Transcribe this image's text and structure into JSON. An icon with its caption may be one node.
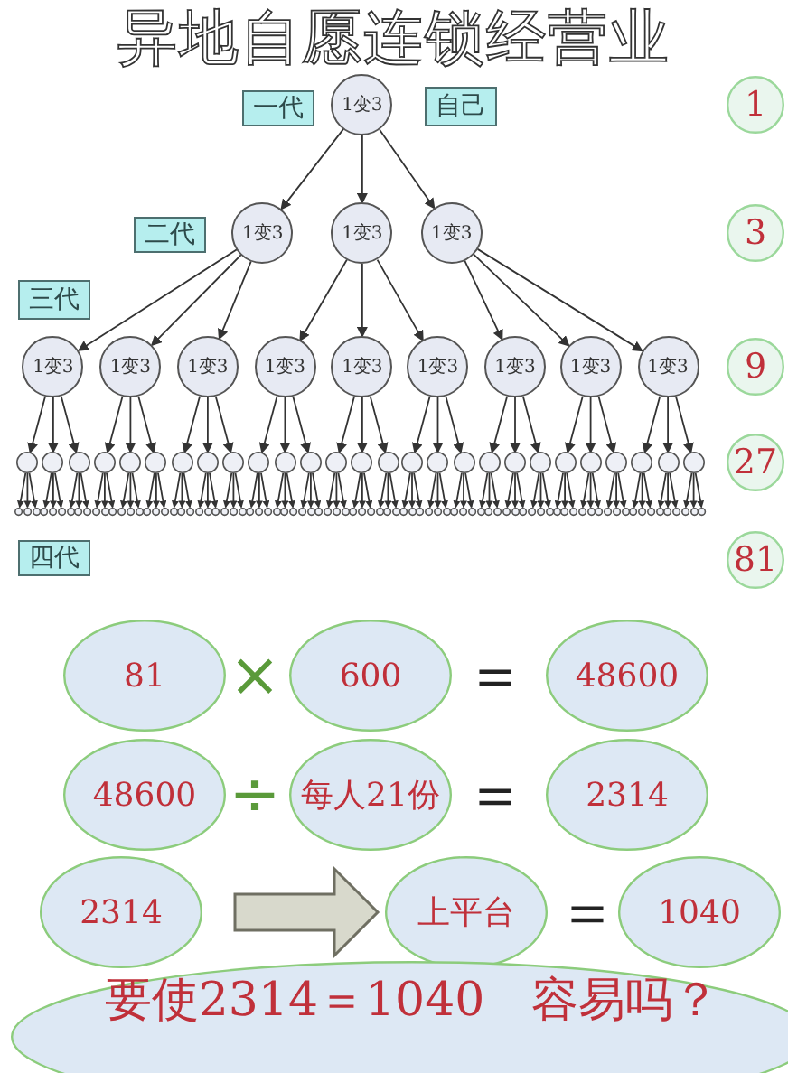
{
  "diagram": {
    "title": "异地自愿连锁经营业",
    "nodes": [
      {
        "text": [
          "一代"
        ]
      },
      {
        "text": [
          "1变3"
        ]
      },
      {
        "text": [
          "自己"
        ]
      },
      {
        "text": [
          "1"
        ]
      },
      {
        "text": [
          "二代"
        ]
      },
      {
        "text": [
          "1变3"
        ]
      },
      {
        "text": [
          "1变3"
        ]
      },
      {
        "text": [
          "1变3"
        ]
      },
      {
        "text": [
          "3"
        ]
      },
      {
        "text": [
          "三代"
        ]
      },
      {
        "text": [
          "1变3"
        ]
      },
      {
        "text": [
          "1变3"
        ]
      },
      {
        "text": [
          "1变3"
        ]
      },
      {
        "text": [
          "1变3"
        ]
      },
      {
        "text": [
          "1变3"
        ]
      },
      {
        "text": [
          "1变3"
        ]
      },
      {
        "text": [
          "1变3"
        ]
      },
      {
        "text": [
          "1变3"
        ]
      },
      {
        "text": [
          "1变3"
        ]
      },
      {
        "text": [
          "9"
        ]
      },
      {
        "text": [],
        "shape": "circle"
      },
      {
        "text": [],
        "shape": "circle"
      },
      {
        "text": [],
        "shape": "circle"
      },
      {
        "text": [],
        "shape": "circle"
      },
      {
        "text": [],
        "shape": "circle"
      },
      {
        "text": [],
        "shape": "circle"
      },
      {
        "text": [],
        "shape": "circle"
      },
      {
        "text": [],
        "shape": "circle"
      },
      {
        "text": [],
        "shape": "circle"
      },
      {
        "text": [],
        "shape": "circle"
      },
      {
        "text": [],
        "shape": "circle"
      },
      {
        "text": [],
        "shape": "circle"
      },
      {
        "text": [],
        "shape": "circle"
      },
      {
        "text": [],
        "shape": "circle"
      },
      {
        "text": [],
        "shape": "circle"
      },
      {
        "text": [],
        "shape": "circle"
      },
      {
        "text": [],
        "shape": "circle"
      },
      {
        "text": [],
        "shape": "circle"
      },
      {
        "text": [],
        "shape": "circle"
      },
      {
        "text": [],
        "shape": "circle"
      },
      {
        "text": [],
        "shape": "circle"
      },
      {
        "text": [],
        "shape": "circle"
      },
      {
        "text": [],
        "shape": "circle"
      },
      {
        "text": [],
        "shape": "circle"
      },
      {
        "text": [],
        "shape": "circle"
      },
      {
        "text": [],
        "shape": "circle"
      },
      {
        "text": [],
        "shape": "circle"
      },
      {
        "text": [
          "27"
        ]
      },
      {
        "text": [],
        "shape": "circle"
      },
      {
        "text": [],
        "shape": "circle"
      },
      {
        "text": [],
        "shape": "circle"
      },
      {
        "text": [],
        "shape": "circle"
      },
      {
        "text": [],
        "shape": "circle"
      },
      {
        "text": [],
        "shape": "circle"
      },
      {
        "text": [],
        "shape": "circle"
      },
      {
        "text": [],
        "shape": "circle"
      },
      {
        "text": [],
        "shape": "circle"
      },
      {
        "text": [],
        "shape": "circle"
      },
      {
        "text": [],
        "shape": "circle"
      },
      {
        "text": [],
        "shape": "circle"
      },
      {
        "text": [],
        "shape": "circle"
      },
      {
        "text": [],
        "shape": "circle"
      },
      {
        "text": [],
        "shape": "circle"
      },
      {
        "text": [],
        "shape": "circle"
      },
      {
        "text": [],
        "shape": "circle"
      },
      {
        "text": [],
        "shape": "circle"
      },
      {
        "text": [],
        "shape": "circle"
      },
      {
        "text": [],
        "shape": "circle"
      },
      {
        "text": [],
        "shape": "circle"
      },
      {
        "text": [],
        "shape": "circle"
      },
      {
        "text": [],
        "shape": "circle"
      },
      {
        "text": [],
        "shape": "circle"
      },
      {
        "text": [],
        "shape": "circle"
      },
      {
        "text": [],
        "shape": "circle"
      },
      {
        "text": [],
        "shape": "circle"
      },
      {
        "text": [],
        "shape": "circle"
      },
      {
        "text": [],
        "shape": "circle"
      },
      {
        "text": [],
        "shape": "circle"
      },
      {
        "text": [],
        "shape": "circle"
      },
      {
        "text": [],
        "shape": "circle"
      },
      {
        "text": [],
        "shape": "circle"
      },
      {
        "text": [],
        "shape": "circle"
      },
      {
        "text": [],
        "shape": "circle"
      },
      {
        "text": [],
        "shape": "circle"
      },
      {
        "text": [],
        "shape": "circle"
      },
      {
        "text": [],
        "shape": "circle"
      },
      {
        "text": [],
        "shape": "circle"
      },
      {
        "text": [],
        "shape": "circle"
      },
      {
        "text": [],
        "shape": "circle"
      },
      {
        "text": [],
        "shape": "circle"
      },
      {
        "text": [],
        "shape": "circle"
      },
      {
        "text": [],
        "shape": "circle"
      },
      {
        "text": [],
        "shape": "circle"
      },
      {
        "text": [],
        "shape": "circle"
      },
      {
        "text": [],
        "shape": "circle"
      },
      {
        "text": [],
        "shape": "circle"
      },
      {
        "text": [],
        "shape": "circle"
      },
      {
        "text": [],
        "shape": "circle"
      },
      {
        "text": [],
        "shape": "circle"
      },
      {
        "text": [],
        "shape": "circle"
      },
      {
        "text": [],
        "shape": "circle"
      },
      {
        "text": [],
        "shape": "circle"
      },
      {
        "text": [],
        "shape": "circle"
      },
      {
        "text": [],
        "shape": "circle"
      },
      {
        "text": [],
        "shape": "circle"
      },
      {
        "text": [],
        "shape": "circle"
      },
      {
        "text": [],
        "shape": "circle"
      },
      {
        "text": [],
        "shape": "circle"
      },
      {
        "text": [],
        "shape": "circle"
      },
      {
        "text": [],
        "shape": "circle"
      },
      {
        "text": [],
        "shape": "circle"
      },
      {
        "text": [],
        "shape": "circle"
      },
      {
        "text": [],
        "shape": "circle"
      },
      {
        "text": [],
        "shape": "circle"
      },
      {
        "text": [],
        "shape": "circle"
      },
      {
        "text": [],
        "shape": "circle"
      },
      {
        "text": [],
        "shape": "circle"
      },
      {
        "text": [],
        "shape": "circle"
      },
      {
        "text": [],
        "shape": "circle"
      },
      {
        "text": [],
        "shape": "circle"
      },
      {
        "text": [],
        "shape": "circle"
      },
      {
        "text": [],
        "shape": "circle"
      },
      {
        "text": [],
        "shape": "circle"
      },
      {
        "text": [],
        "shape": "circle"
      },
      {
        "text": [],
        "shape": "circle"
      },
      {
        "text": [],
        "shape": "circle"
      },
      {
        "text": [],
        "shape": "circle"
      },
      {
        "text": [],
        "shape": "circle"
      },
      {
        "text": [],
        "shape": "circle"
      },
      {
        "text": [
          "四代"
        ]
      },
      {
        "text": [
          "81"
        ]
      },
      {
        "text": [
          "81"
        ]
      },
      {
        "text": [
          "600"
        ]
      },
      {
        "text": [
          "48600"
        ]
      },
      {
        "text": [
          "48600"
        ]
      },
      {
        "text": [
          "每人21份"
        ]
      },
      {
        "text": [
          "2314"
        ]
      },
      {
        "text": [
          "2314"
        ]
      },
      {
        "text": [
          "上平台"
        ]
      },
      {
        "text": [
          "1040"
        ]
      },
      {
        "text": [
          "要使2314＝1040　容易吗？"
        ]
      }
    ],
    "edges": [
      {
        "from": 1,
        "to": 5,
        "arrow": "to"
      },
      {
        "from": 1,
        "to": 6,
        "arrow": "to"
      },
      {
        "from": 1,
        "to": 7,
        "arrow": "to"
      },
      {
        "from": 5,
        "to": 10,
        "arrow": "to"
      },
      {
        "from": 5,
        "to": 11,
        "arrow": "to"
      },
      {
        "from": 5,
        "to": 12,
        "arrow": "to"
      },
      {
        "from": 6,
        "to": 13,
        "arrow": "to"
      },
      {
        "from": 6,
        "to": 14,
        "arrow": "to"
      },
      {
        "from": 6,
        "to": 15,
        "arrow": "to"
      },
      {
        "from": 7,
        "to": 16,
        "arrow": "to"
      },
      {
        "from": 7,
        "to": 17,
        "arrow": "to"
      },
      {
        "from": 7,
        "to": 18,
        "arrow": "to"
      },
      {
        "from": 10,
        "to": 20,
        "arrow": "to"
      },
      {
        "from": 10,
        "to": 21,
        "arrow": "to"
      },
      {
        "from": 10,
        "to": 22,
        "arrow": "to"
      },
      {
        "from": 11,
        "to": 23,
        "arrow": "to"
      },
      {
        "from": 11,
        "to": 24,
        "arrow": "to"
      },
      {
        "from": 11,
        "to": 25,
        "arrow": "to"
      },
      {
        "from": 12,
        "to": 26,
        "arrow": "to"
      },
      {
        "from": 12,
        "to": 27,
        "arrow": "to"
      },
      {
        "from": 12,
        "to": 28,
        "arrow": "to"
      },
      {
        "from": 13,
        "to": 29,
        "arrow": "to"
      },
      {
        "from": 13,
        "to": 30,
        "arrow": "to"
      },
      {
        "from": 13,
        "to": 31,
        "arrow": "to"
      },
      {
        "from": 14,
        "to": 32,
        "arrow": "to"
      },
      {
        "from": 14,
        "to": 33,
        "arrow": "to"
      },
      {
        "from": 14,
        "to": 34,
        "arrow": "to"
      },
      {
        "from": 15,
        "to": 35,
        "arrow": "to"
      },
      {
        "from": 15,
        "to": 36,
        "arrow": "to"
      },
      {
        "from": 15,
        "to": 37,
        "arrow": "to"
      },
      {
        "from": 16,
        "to": 38,
        "arrow": "to"
      },
      {
        "from": 16,
        "to": 39,
        "arrow": "to"
      },
      {
        "from": 16,
        "to": 40,
        "arrow": "to"
      },
      {
        "from": 17,
        "to": 41,
        "arrow": "to"
      },
      {
        "from": 17,
        "to": 42,
        "arrow": "to"
      },
      {
        "from": 17,
        "to": 43,
        "arrow": "to"
      },
      {
        "from": 18,
        "to": 44,
        "arrow": "to"
      },
      {
        "from": 18,
        "to": 45,
        "arrow": "to"
      },
      {
        "from": 18,
        "to": 46,
        "arrow": "to"
      },
      {
        "from": 20,
        "to": 48,
        "arrow": "to"
      },
      {
        "from": 20,
        "to": 49,
        "arrow": "to"
      },
      {
        "from": 20,
        "to": 50,
        "arrow": "to"
      },
      {
        "from": 21,
        "to": 51,
        "arrow": "to"
      },
      {
        "from": 21,
        "to": 52,
        "arrow": "to"
      },
      {
        "from": 21,
        "to": 53,
        "arrow": "to"
      },
      {
        "from": 22,
        "to": 54,
        "arrow": "to"
      },
      {
        "from": 22,
        "to": 55,
        "arrow": "to"
      },
      {
        "from": 22,
        "to": 56,
        "arrow": "to"
      },
      {
        "from": 23,
        "to": 57,
        "arrow": "to"
      },
      {
        "from": 23,
        "to": 58,
        "arrow": "to"
      },
      {
        "from": 23,
        "to": 59,
        "arrow": "to"
      },
      {
        "from": 24,
        "to": 60,
        "arrow": "to"
      },
      {
        "from": 24,
        "to": 61,
        "arrow": "to"
      },
      {
        "from": 24,
        "to": 62,
        "arrow": "to"
      },
      {
        "from": 25,
        "to": 63,
        "arrow": "to"
      },
      {
        "from": 25,
        "to": 64,
        "arrow": "to"
      },
      {
        "from": 25,
        "to": 65,
        "arrow": "to"
      },
      {
        "from": 26,
        "to": 66,
        "arrow": "to"
      },
      {
        "from": 26,
        "to": 67,
        "arrow": "to"
      },
      {
        "from": 26,
        "to": 68,
        "arrow": "to"
      },
      {
        "from": 27,
        "to": 69,
        "arrow": "to"
      },
      {
        "from": 27,
        "to": 70,
        "arrow": "to"
      },
      {
        "from": 27,
        "to": 71,
        "arrow": "to"
      },
      {
        "from": 28,
        "to": 72,
        "arrow": "to"
      },
      {
        "from": 28,
        "to": 73,
        "arrow": "to"
      },
      {
        "from": 28,
        "to": 74,
        "arrow": "to"
      },
      {
        "from": 29,
        "to": 75,
        "arrow": "to"
      },
      {
        "from": 29,
        "to": 76,
        "arrow": "to"
      },
      {
        "from": 29,
        "to": 77,
        "arrow": "to"
      },
      {
        "from": 30,
        "to": 78,
        "arrow": "to"
      },
      {
        "from": 30,
        "to": 79,
        "arrow": "to"
      },
      {
        "from": 30,
        "to": 80,
        "arrow": "to"
      },
      {
        "from": 31,
        "to": 81,
        "arrow": "to"
      },
      {
        "from": 31,
        "to": 82,
        "arrow": "to"
      },
      {
        "from": 31,
        "to": 83,
        "arrow": "to"
      },
      {
        "from": 32,
        "to": 84,
        "arrow": "to"
      },
      {
        "from": 32,
        "to": 85,
        "arrow": "to"
      },
      {
        "from": 32,
        "to": 86,
        "arrow": "to"
      },
      {
        "from": 33,
        "to": 87,
        "arrow": "to"
      },
      {
        "from": 33,
        "to": 88,
        "arrow": "to"
      },
      {
        "from": 33,
        "to": 89,
        "arrow": "to"
      },
      {
        "from": 34,
        "to": 90,
        "arrow": "to"
      },
      {
        "from": 34,
        "to": 91,
        "arrow": "to"
      },
      {
        "from": 34,
        "to": 92,
        "arrow": "to"
      },
      {
        "from": 35,
        "to": 93,
        "arrow": "to"
      },
      {
        "from": 35,
        "to": 94,
        "arrow": "to"
      },
      {
        "from": 35,
        "to": 95,
        "arrow": "to"
      },
      {
        "from": 36,
        "to": 96,
        "arrow": "to"
      },
      {
        "from": 36,
        "to": 97,
        "arrow": "to"
      },
      {
        "from": 36,
        "to": 98,
        "arrow": "to"
      },
      {
        "from": 37,
        "to": 99,
        "arrow": "to"
      },
      {
        "from": 37,
        "to": 100,
        "arrow": "to"
      },
      {
        "from": 37,
        "to": 101,
        "arrow": "to"
      },
      {
        "from": 38,
        "to": 102,
        "arrow": "to"
      },
      {
        "from": 38,
        "to": 103,
        "arrow": "to"
      },
      {
        "from": 38,
        "to": 104,
        "arrow": "to"
      },
      {
        "from": 39,
        "to": 105,
        "arrow": "to"
      },
      {
        "from": 39,
        "to": 106,
        "arrow": "to"
      },
      {
        "from": 39,
        "to": 107,
        "arrow": "to"
      },
      {
        "from": 40,
        "to": 108,
        "arrow": "to"
      },
      {
        "from": 40,
        "to": 109,
        "arrow": "to"
      },
      {
        "from": 40,
        "to": 110,
        "arrow": "to"
      },
      {
        "from": 41,
        "to": 111,
        "arrow": "to"
      },
      {
        "from": 41,
        "to": 112,
        "arrow": "to"
      },
      {
        "from": 41,
        "to": 113,
        "arrow": "to"
      },
      {
        "from": 42,
        "to": 114,
        "arrow": "to"
      },
      {
        "from": 42,
        "to": 115,
        "arrow": "to"
      },
      {
        "from": 42,
        "to": 116,
        "arrow": "to"
      },
      {
        "from": 43,
        "to": 117,
        "arrow": "to"
      },
      {
        "from": 43,
        "to": 118,
        "arrow": "to"
      },
      {
        "from": 43,
        "to": 119,
        "arrow": "to"
      },
      {
        "from": 44,
        "to": 120,
        "arrow": "to"
      },
      {
        "from": 44,
        "to": 121,
        "arrow": "to"
      },
      {
        "from": 44,
        "to": 122,
        "arrow": "to"
      },
      {
        "from": 45,
        "to": 123,
        "arrow": "to"
      },
      {
        "from": 45,
        "to": 124,
        "arrow": "to"
      },
      {
        "from": 45,
        "to": 125,
        "arrow": "to"
      },
      {
        "from": 46,
        "to": 126,
        "arrow": "to"
      },
      {
        "from": 46,
        "to": 127,
        "arrow": "to"
      },
      {
        "from": 46,
        "to": 128,
        "arrow": "to"
      },
      {
        "from": 137,
        "to": 138,
        "arrow": "to",
        "style": "thick"
      }
    ],
    "labels": [
      "×",
      "＝",
      "÷",
      "＝",
      "＝"
    ]
  }
}
